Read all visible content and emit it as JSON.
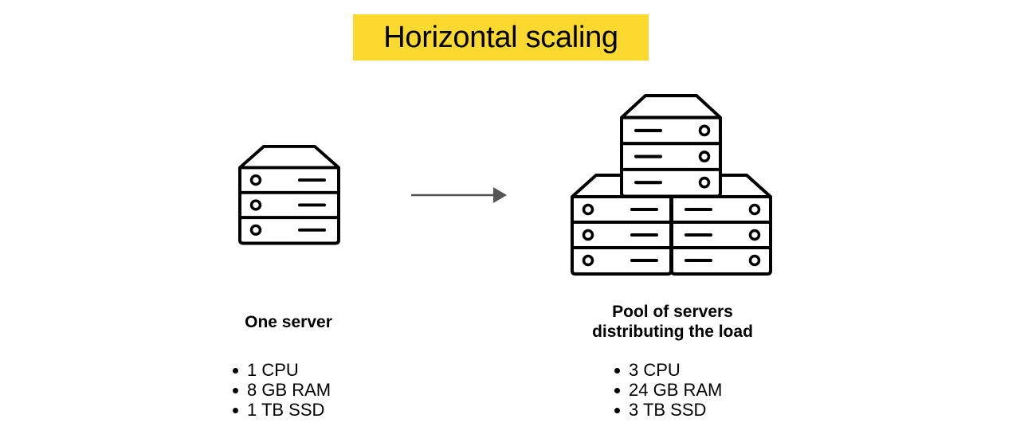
{
  "title": "Horizontal scaling",
  "colors": {
    "title_background": "#fcd92f",
    "arrow": "#555555",
    "stroke": "#000000"
  },
  "left": {
    "caption": "One server",
    "specs": [
      "1 CPU",
      "8 GB RAM",
      "1 TB SSD"
    ],
    "icon": "server-icon"
  },
  "right": {
    "caption_line1": "Pool of servers",
    "caption_line2": "distributing the load",
    "specs": [
      "3 CPU",
      "24 GB RAM",
      "3 TB SSD"
    ],
    "icon": "server-pool-icon"
  }
}
